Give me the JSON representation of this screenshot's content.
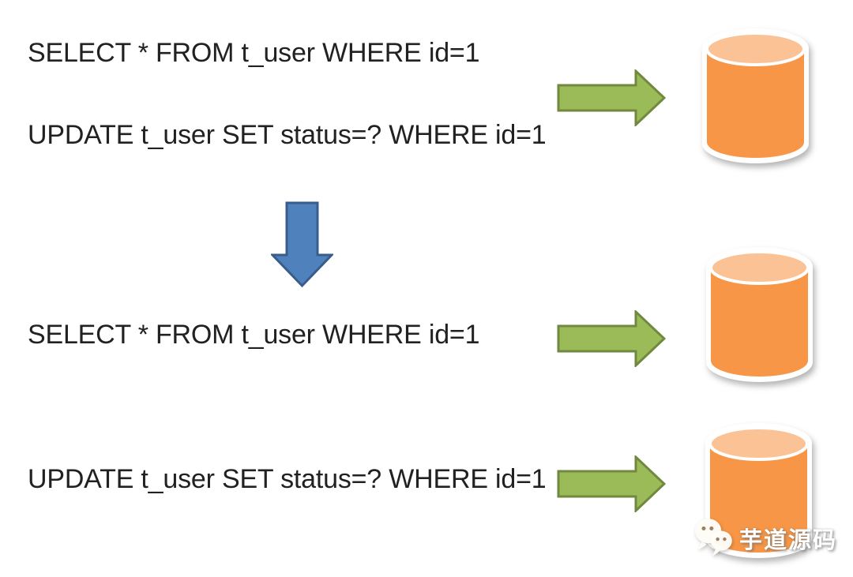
{
  "colors": {
    "canvas_bg": "#ffffff",
    "text": "#212121",
    "arrow_green_fill": "#9bbb59",
    "arrow_green_stroke": "#71893f",
    "arrow_blue_fill": "#4f81bd",
    "arrow_blue_stroke": "#385d8a",
    "db_orange": "#f79646",
    "db_orange_top": "#fbc295",
    "db_outline": "#ffffff",
    "watermark_text_color": "#ffffff",
    "watermark_eye": "#8a6b4a"
  },
  "statements": [
    {
      "id": "select-before",
      "text": "SELECT * FROM t_user WHERE id=1"
    },
    {
      "id": "update-before",
      "text": "UPDATE t_user SET status=? WHERE id=1"
    },
    {
      "id": "select-after",
      "text": "SELECT * FROM t_user WHERE id=1"
    },
    {
      "id": "update-after",
      "text": "UPDATE t_user SET status=? WHERE id=1"
    }
  ],
  "icons": {
    "right_arrow": "green right arrow to database",
    "down_arrow": "blue transformation arrow",
    "database": "orange database cylinder",
    "wechat": "wechat chat-bubbles logo"
  },
  "watermark": {
    "text": "芋道源码"
  }
}
